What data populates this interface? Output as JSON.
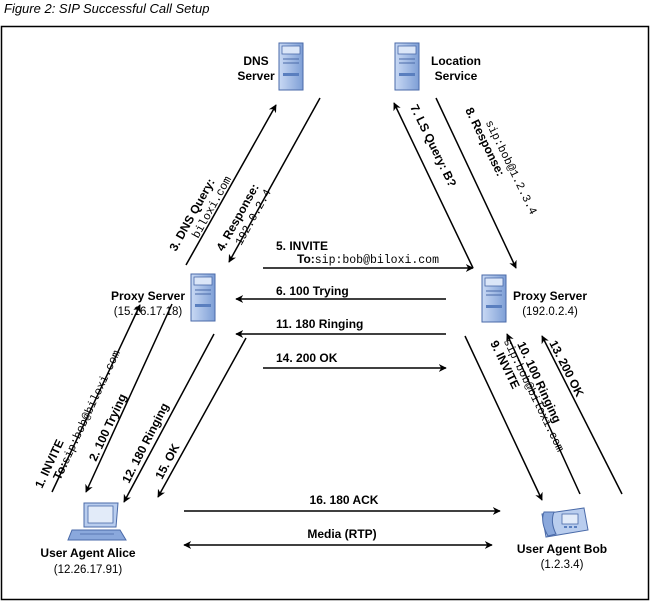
{
  "figure_caption": "Figure 2: SIP Successful Call Setup",
  "nodes": {
    "dns": {
      "line1": "DNS",
      "line2": "Server"
    },
    "location": {
      "line1": "Location",
      "line2": "Service"
    },
    "proxy_left": {
      "name": "Proxy Server",
      "addr": "(15.16.17.18)"
    },
    "proxy_right": {
      "name": "Proxy Server",
      "addr": "(192.0.2.4)"
    },
    "alice": {
      "name": "User Agent Alice",
      "addr": "(12.26.17.91)"
    },
    "bob": {
      "name": "User Agent Bob",
      "addr": "(1.2.3.4)"
    }
  },
  "messages": {
    "m1": {
      "label": "1.  INVITE",
      "sub_prefix": "To:",
      "sub_mono": "sip:bob@biloxi.com"
    },
    "m2": {
      "label": "2.  100 Trying"
    },
    "m3": {
      "label": "3.  DNS Query:",
      "sub_mono": "biloxi.com"
    },
    "m4": {
      "label": "4.  Response:",
      "sub_mono": "192.0.2.4"
    },
    "m5": {
      "label": "5.    INVITE",
      "sub_prefix": "To:",
      "sub_mono": "sip:bob@biloxi.com"
    },
    "m6": {
      "label": "6.    100 Trying"
    },
    "m7": {
      "label": "7.  LS Query: B?"
    },
    "m8": {
      "label": "8.  Response:",
      "sub_mono": "sip:bob@1.2.3.4"
    },
    "m9": {
      "label": "9.  INVITE",
      "sub_mono": "sip:bob@biloxi.com"
    },
    "m10": {
      "label": "10.  100 Ringing"
    },
    "m11": {
      "label": "11.  180 Ringing"
    },
    "m12": {
      "label": "12.  180 Ringing"
    },
    "m13": {
      "label": "13.  200 OK"
    },
    "m14": {
      "label": "14.    200 OK"
    },
    "m15": {
      "label": "15.  OK"
    },
    "m16": {
      "label": "16.  180 ACK"
    },
    "media": {
      "label": "Media (RTP)"
    }
  },
  "colors": {
    "server_light": "#b9cdee",
    "server_mid": "#8aa8dc",
    "server_dark": "#5a7fbf",
    "stroke": "#000000"
  }
}
